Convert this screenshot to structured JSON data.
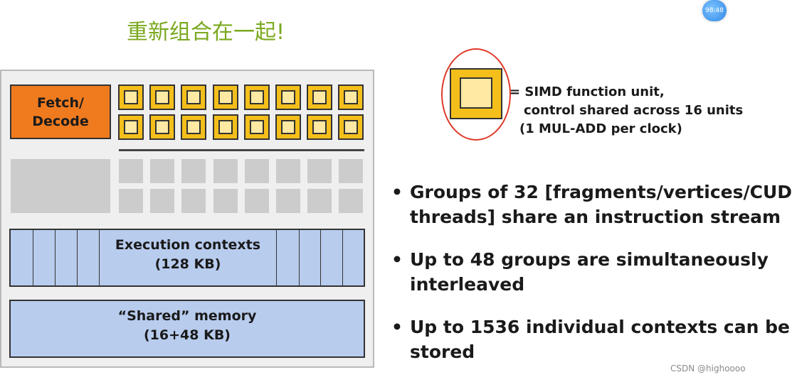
{
  "title": "重新组合在一起!",
  "badge_text": "98:48",
  "diagram": {
    "fetch_decode": [
      "Fetch/",
      "Decode"
    ],
    "alu_rows": 2,
    "alu_cols": 8,
    "execution_contexts": {
      "label": "Execution contexts",
      "size": "(128 KB)"
    },
    "shared_memory": {
      "label": "“Shared” memory",
      "size": "(16+48 KB)"
    }
  },
  "legend": {
    "line1": "= SIMD function unit,",
    "line2": "control shared across 16 units",
    "line3": "(1 MUL-ADD per clock)"
  },
  "bullets": [
    {
      "line1": "Groups of 32 [fragments/vertices/CUD",
      "line2": "threads] share an instruction stream"
    },
    {
      "line1": "Up to 48 groups are simultaneously",
      "line2": "interleaved"
    },
    {
      "line1": "Up to 1536 individual contexts can be",
      "line2": "stored"
    }
  ],
  "bullet_symbol": "•",
  "watermark": "CSDN @highoooo",
  "colors": {
    "title": "#7aa81e",
    "fetch": "#f07b1f",
    "alu": "#f5bf1b",
    "context": "#b8ccee",
    "annotation_circle": "#e03a2a"
  }
}
